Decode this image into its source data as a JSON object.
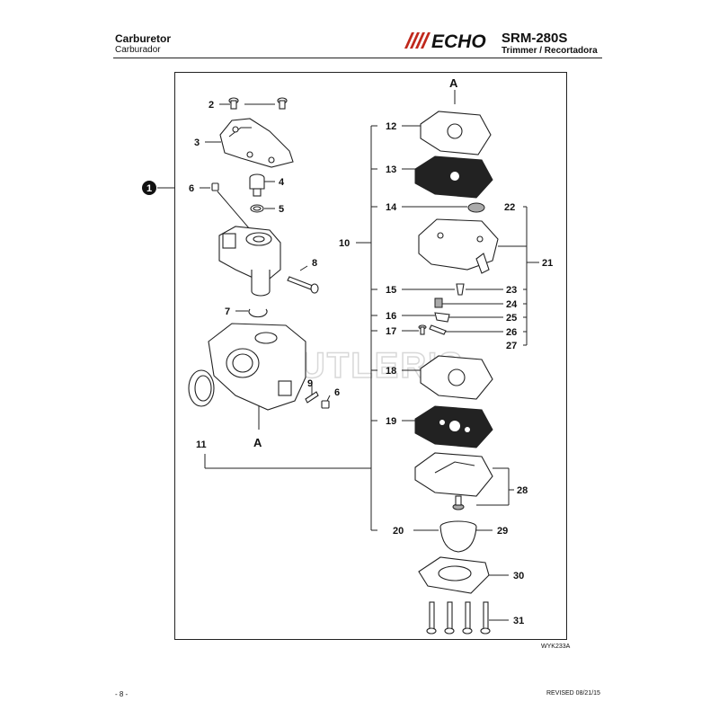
{
  "header": {
    "title": "Carburetor",
    "subtitle": "Carburador",
    "brand": "ECHO",
    "model": "SRM-280S",
    "model_subtitle": "Trimmer / Recortadora"
  },
  "diagram": {
    "assembly_marker": "1",
    "watermark": "BUTLER'S",
    "connection_label": "A",
    "figure_code": "WYK233A",
    "callouts": {
      "c2": "2",
      "c3": "3",
      "c4": "4",
      "c5": "5",
      "c6a": "6",
      "c6b": "6",
      "c7": "7",
      "c8": "8",
      "c9": "9",
      "c10": "10",
      "c11": "11",
      "c12": "12",
      "c13": "13",
      "c14": "14",
      "c15": "15",
      "c16": "16",
      "c17": "17",
      "c18": "18",
      "c19": "19",
      "c20": "20",
      "c21": "21",
      "c22": "22",
      "c23": "23",
      "c24": "24",
      "c25": "25",
      "c26": "26",
      "c27": "27",
      "c28": "28",
      "c29": "29",
      "c30": "30",
      "c31": "31"
    }
  },
  "footer": {
    "page_number": "- 8 -",
    "revised": "REVISED 08/21/15"
  }
}
